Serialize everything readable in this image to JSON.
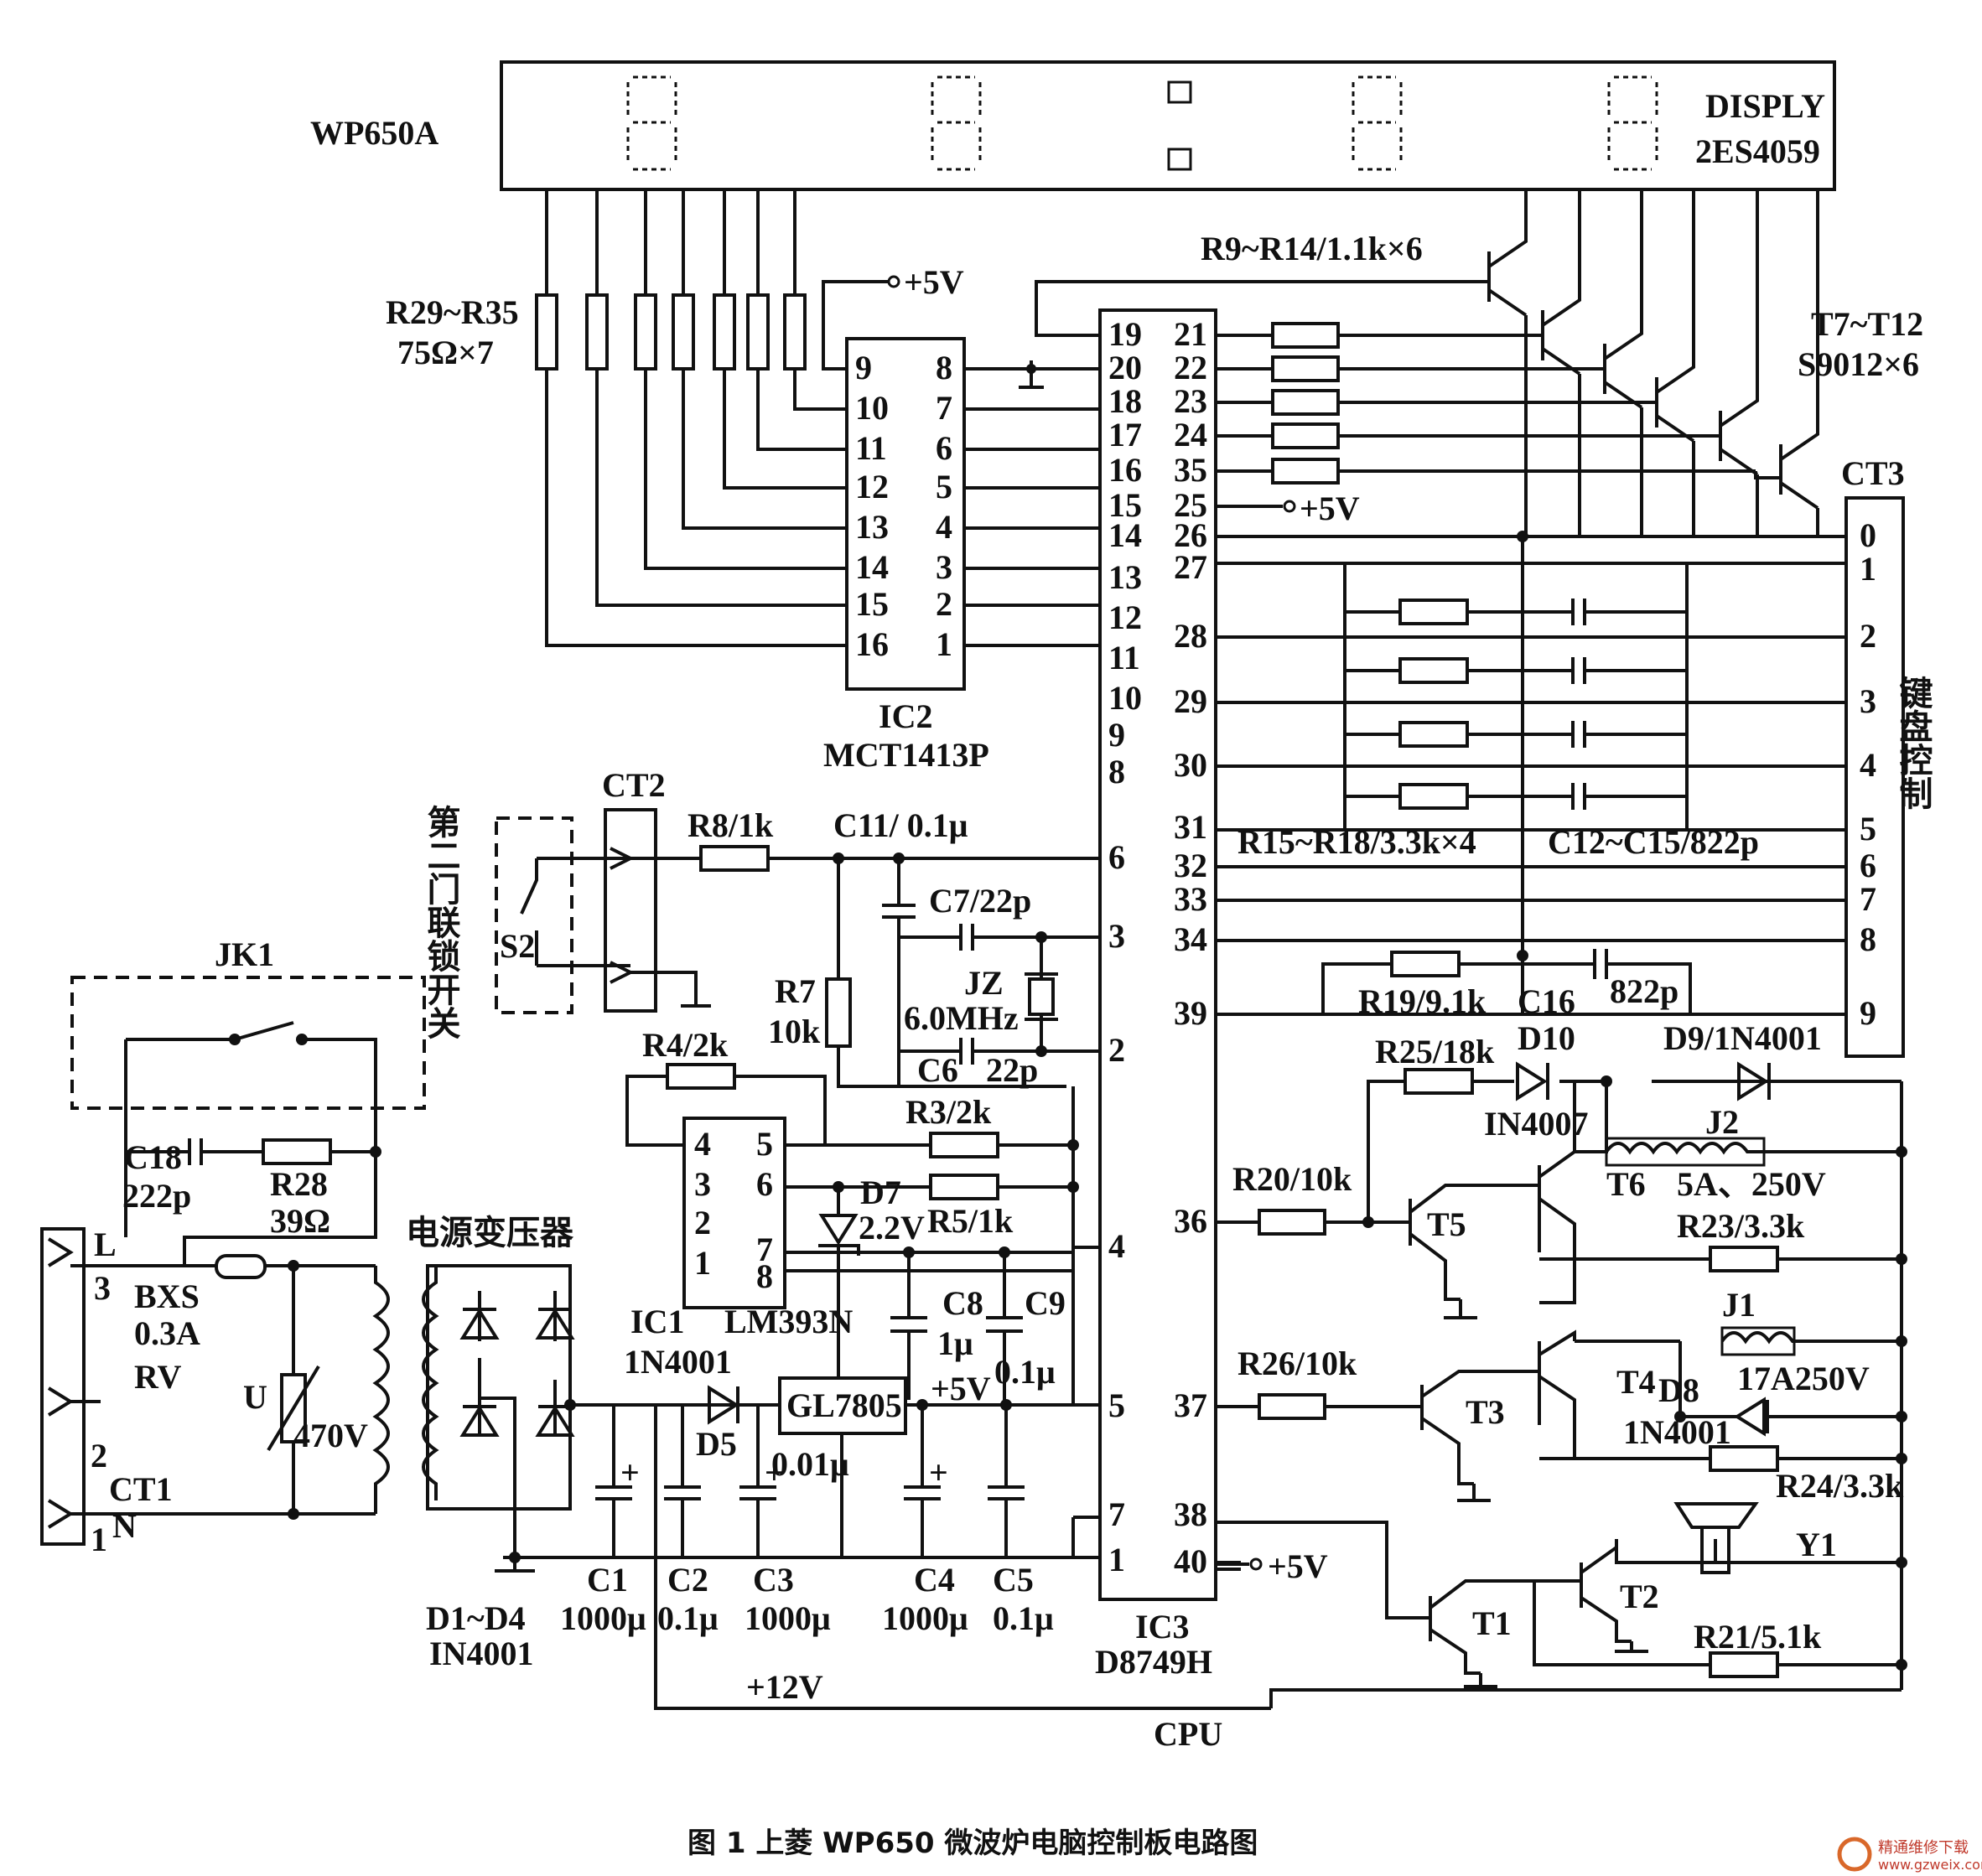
{
  "labels": {
    "model": "WP650A",
    "display_name": "DISPLY",
    "display_part": "2ES4059",
    "r9_r14": "R9~R14/1.1k×6",
    "plus5v": "+5V",
    "r29_r35_a": "R29~R35",
    "r29_r35_b": "75Ω×7",
    "t7_t12_a": "T7~T12",
    "t7_t12_b": "S9012×6",
    "ct3": "CT3",
    "ic2_a": "IC2",
    "ic2_b": "MCT1413P",
    "keyboard": "键盘控制",
    "door_switch": "第二门联锁开关",
    "ct2": "CT2",
    "r8": "R8/1k",
    "c11": "C11/  0.1μ",
    "c7": "C7/22p",
    "r7_a": "R7",
    "r7_b": "10k",
    "jz_a": "JZ",
    "jz_b": "6.0MHz",
    "c6": "C6",
    "c6v": "22p",
    "r4": "R4/2k",
    "r3": "R3/2k",
    "r5": "R5/1k",
    "d7_a": "D7",
    "d7_b": "2.2V",
    "ic1": "IC1",
    "lm393": "LM393N",
    "c8_a": "C8",
    "c8_b": "1μ",
    "c9_a": "C9",
    "c9_b": "0.1μ",
    "s2": "S2",
    "jk1": "JK1",
    "c18_a": "C18",
    "c18_b": "222p",
    "r28_a": "R28",
    "r28_b": "39Ω",
    "transformer": "电源变压器",
    "L": "L",
    "n3": "3",
    "bxs": "BXS",
    "bxs_v": "0.3A",
    "rv": "RV",
    "U": "U",
    "v470": "470V",
    "n2": "2",
    "ct1": "CT1",
    "n1": "1",
    "N": "N",
    "d5_part": "1N4001",
    "d5": "D5",
    "gl7805": "GL7805",
    "c001": "0.01μ",
    "c1_a": "C1",
    "c1_b": "1000μ",
    "c2_a": "C2",
    "c2_b": "0.1μ",
    "c3_a": "C3",
    "c3_b": "1000μ",
    "c4_a": "C4",
    "c4_b": "1000μ",
    "c5_a": "C5",
    "c5_b": "0.1μ",
    "d1d4_a": "D1~D4",
    "d1d4_b": "IN4001",
    "ic3_a": "IC3",
    "ic3_b": "D8749H",
    "plus12v": "+12V",
    "cpu": "CPU",
    "r15_r18": "R15~R18/3.3k×4",
    "c12_c15": "C12~C15/822p",
    "r19": "R19/9.1k",
    "c16": "C16",
    "c16v": "822p",
    "r25": "R25/18k",
    "d10_a": "D10",
    "d10_b": "IN4007",
    "d9": "D9/1N4001",
    "j2_a": "J2",
    "j2_b": "5A、250V",
    "r20": "R20/10k",
    "t5": "T5",
    "t6": "T6",
    "r23": "R23/3.3k",
    "j1_a": "J1",
    "j1_b": "17A250V",
    "r26": "R26/10k",
    "t3": "T3",
    "t4": "T4",
    "d8_a": "D8",
    "d8_b": "1N4001",
    "r24": "R24/3.3k",
    "y1": "Y1",
    "t1": "T1",
    "t2": "T2",
    "r21": "R21/5.1k",
    "caption": "图 1  上菱 WP650 微波炉电脑控制板电路图",
    "watermark_a": "精通维修下载",
    "watermark_b": "www.gzweix.com"
  },
  "ic2_left_pins": [
    "9",
    "10",
    "11",
    "12",
    "13",
    "14",
    "15",
    "16"
  ],
  "ic2_right_pins": [
    "8",
    "7",
    "6",
    "5",
    "4",
    "3",
    "2",
    "1"
  ],
  "ic3_left_pins": [
    "19",
    "20",
    "18",
    "17",
    "16",
    "15",
    "14",
    "13",
    "12",
    "11",
    "10",
    "9",
    "8",
    "6",
    "3",
    "2",
    "4",
    "5",
    "7",
    "1"
  ],
  "ic3_right_pins": [
    "21",
    "22",
    "23",
    "24",
    "35",
    "25",
    "26",
    "27",
    "28",
    "29",
    "30",
    "31",
    "32",
    "33",
    "34",
    "39",
    "36",
    "37",
    "38",
    "40"
  ],
  "ct3_pins": [
    "0",
    "1",
    "2",
    "3",
    "4",
    "5",
    "6",
    "7",
    "8",
    "9"
  ],
  "lm393_left_pins": [
    "4",
    "3",
    "2",
    "1"
  ],
  "lm393_right_pins": [
    "5",
    "6",
    "7",
    "8"
  ]
}
